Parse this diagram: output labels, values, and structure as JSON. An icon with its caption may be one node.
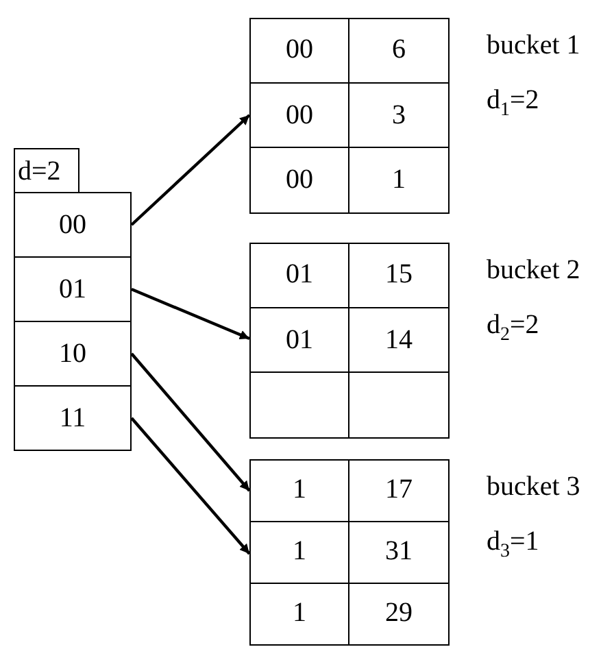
{
  "diagram": {
    "nodes": [
      {
        "text": [
          "d=2"
        ]
      },
      {
        "text": [
          "00"
        ]
      },
      {
        "text": [
          "01"
        ]
      },
      {
        "text": [
          "10"
        ]
      },
      {
        "text": [
          "11"
        ]
      },
      {
        "text": [],
        "shape": "box",
        "beside": [
          "bucket 1",
          "d$_{1}$=2"
        ]
      },
      {
        "text": [
          "00"
        ],
        "in": 5
      },
      {
        "text": [
          "6"
        ],
        "in": 5
      },
      {
        "text": [
          "00"
        ],
        "in": 5
      },
      {
        "text": [
          "3"
        ],
        "in": 5
      },
      {
        "text": [
          "00"
        ],
        "in": 5
      },
      {
        "text": [
          "1"
        ],
        "in": 5
      },
      {
        "text": [],
        "shape": "box",
        "beside": [
          "bucket 2",
          "d$_{2}$=2"
        ]
      },
      {
        "text": [
          "01"
        ],
        "in": 12
      },
      {
        "text": [
          "15"
        ],
        "in": 12
      },
      {
        "text": [
          "01"
        ],
        "in": 12
      },
      {
        "text": [
          "14"
        ],
        "in": 12
      },
      {
        "text": [],
        "shape": "box",
        "in": 12
      },
      {
        "text": [],
        "shape": "box",
        "in": 12
      },
      {
        "text": [],
        "shape": "box",
        "beside": [
          "bucket 3",
          "d$_{3}$=1"
        ]
      },
      {
        "text": [
          "1"
        ],
        "in": 19
      },
      {
        "text": [
          "17"
        ],
        "in": 19
      },
      {
        "text": [
          "1"
        ],
        "in": 19
      },
      {
        "text": [
          "31"
        ],
        "in": 19
      },
      {
        "text": [
          "1"
        ],
        "in": 19
      },
      {
        "text": [
          "29"
        ],
        "in": 19
      }
    ],
    "edges": [
      {
        "from": 1,
        "to": 5,
        "arrow": "to"
      },
      {
        "from": 2,
        "to": 12,
        "arrow": "to"
      },
      {
        "from": 3,
        "to": 19,
        "arrow": "to"
      },
      {
        "from": 4,
        "to": 19,
        "arrow": "to"
      }
    ]
  }
}
